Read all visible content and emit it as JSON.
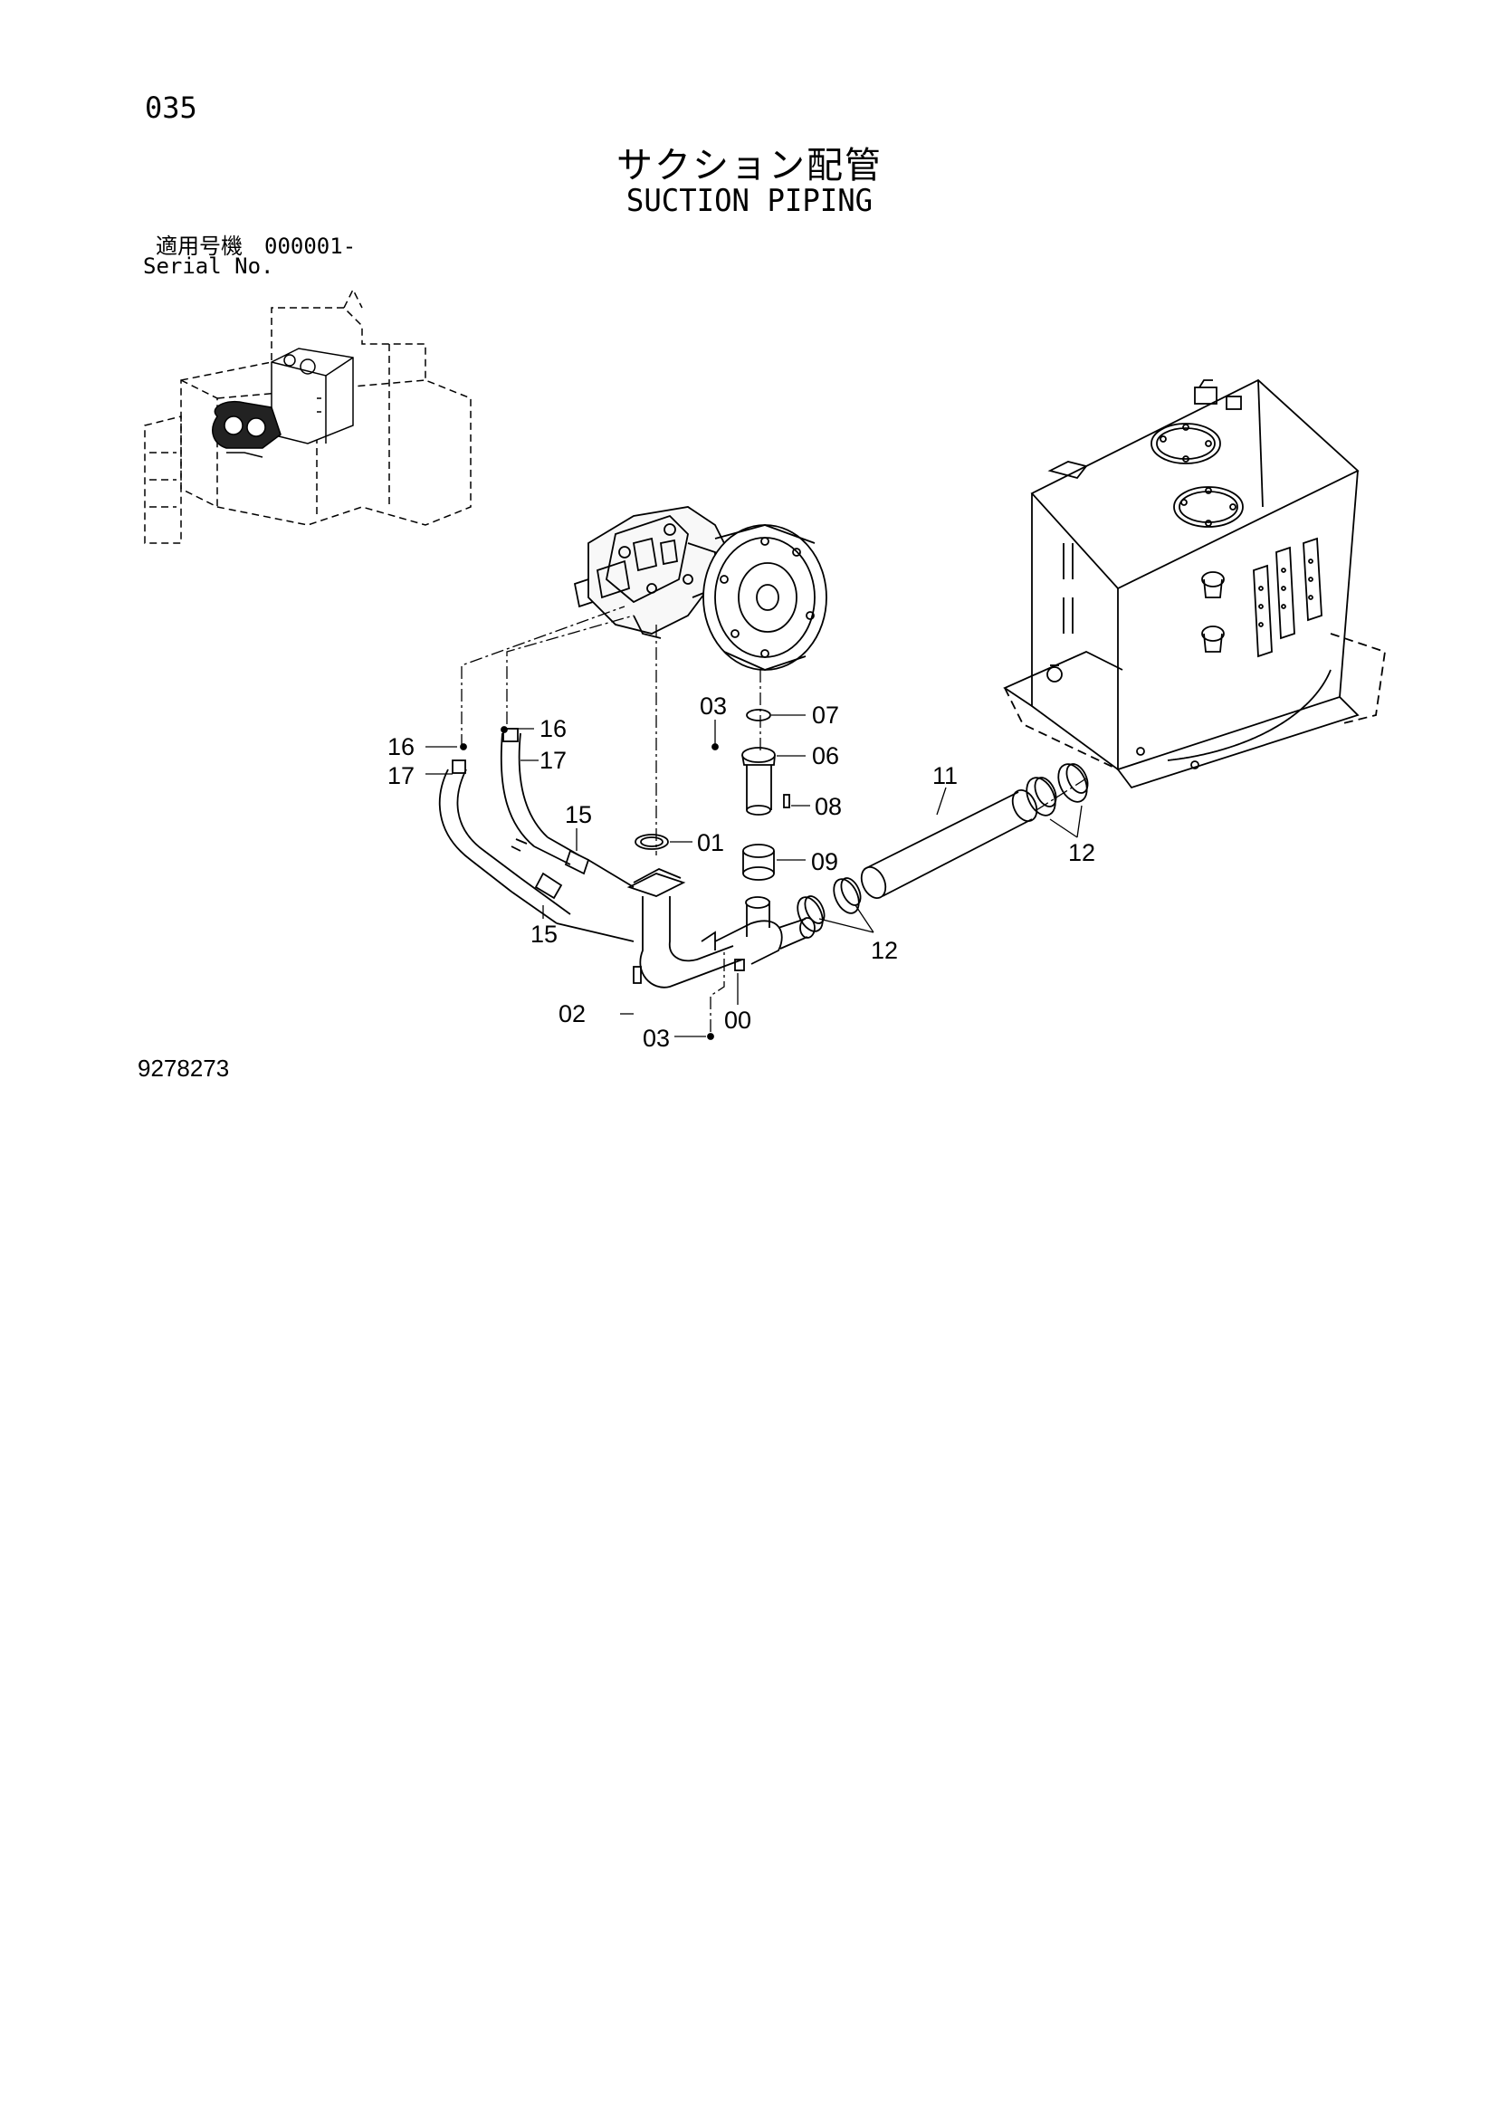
{
  "header": {
    "page_number": "035",
    "title_jp": "サクション配管",
    "title_en": "SUCTION PIPING"
  },
  "serial": {
    "label_jp": "適用号機　000001-",
    "label_en": "Serial No."
  },
  "callouts": [
    "16",
    "17",
    "16",
    "17",
    "15",
    "15",
    "03",
    "07",
    "06",
    "08",
    "01",
    "09",
    "11",
    "12",
    "12",
    "02",
    "00",
    "03"
  ],
  "footer": {
    "drawing_number": "9278273"
  }
}
